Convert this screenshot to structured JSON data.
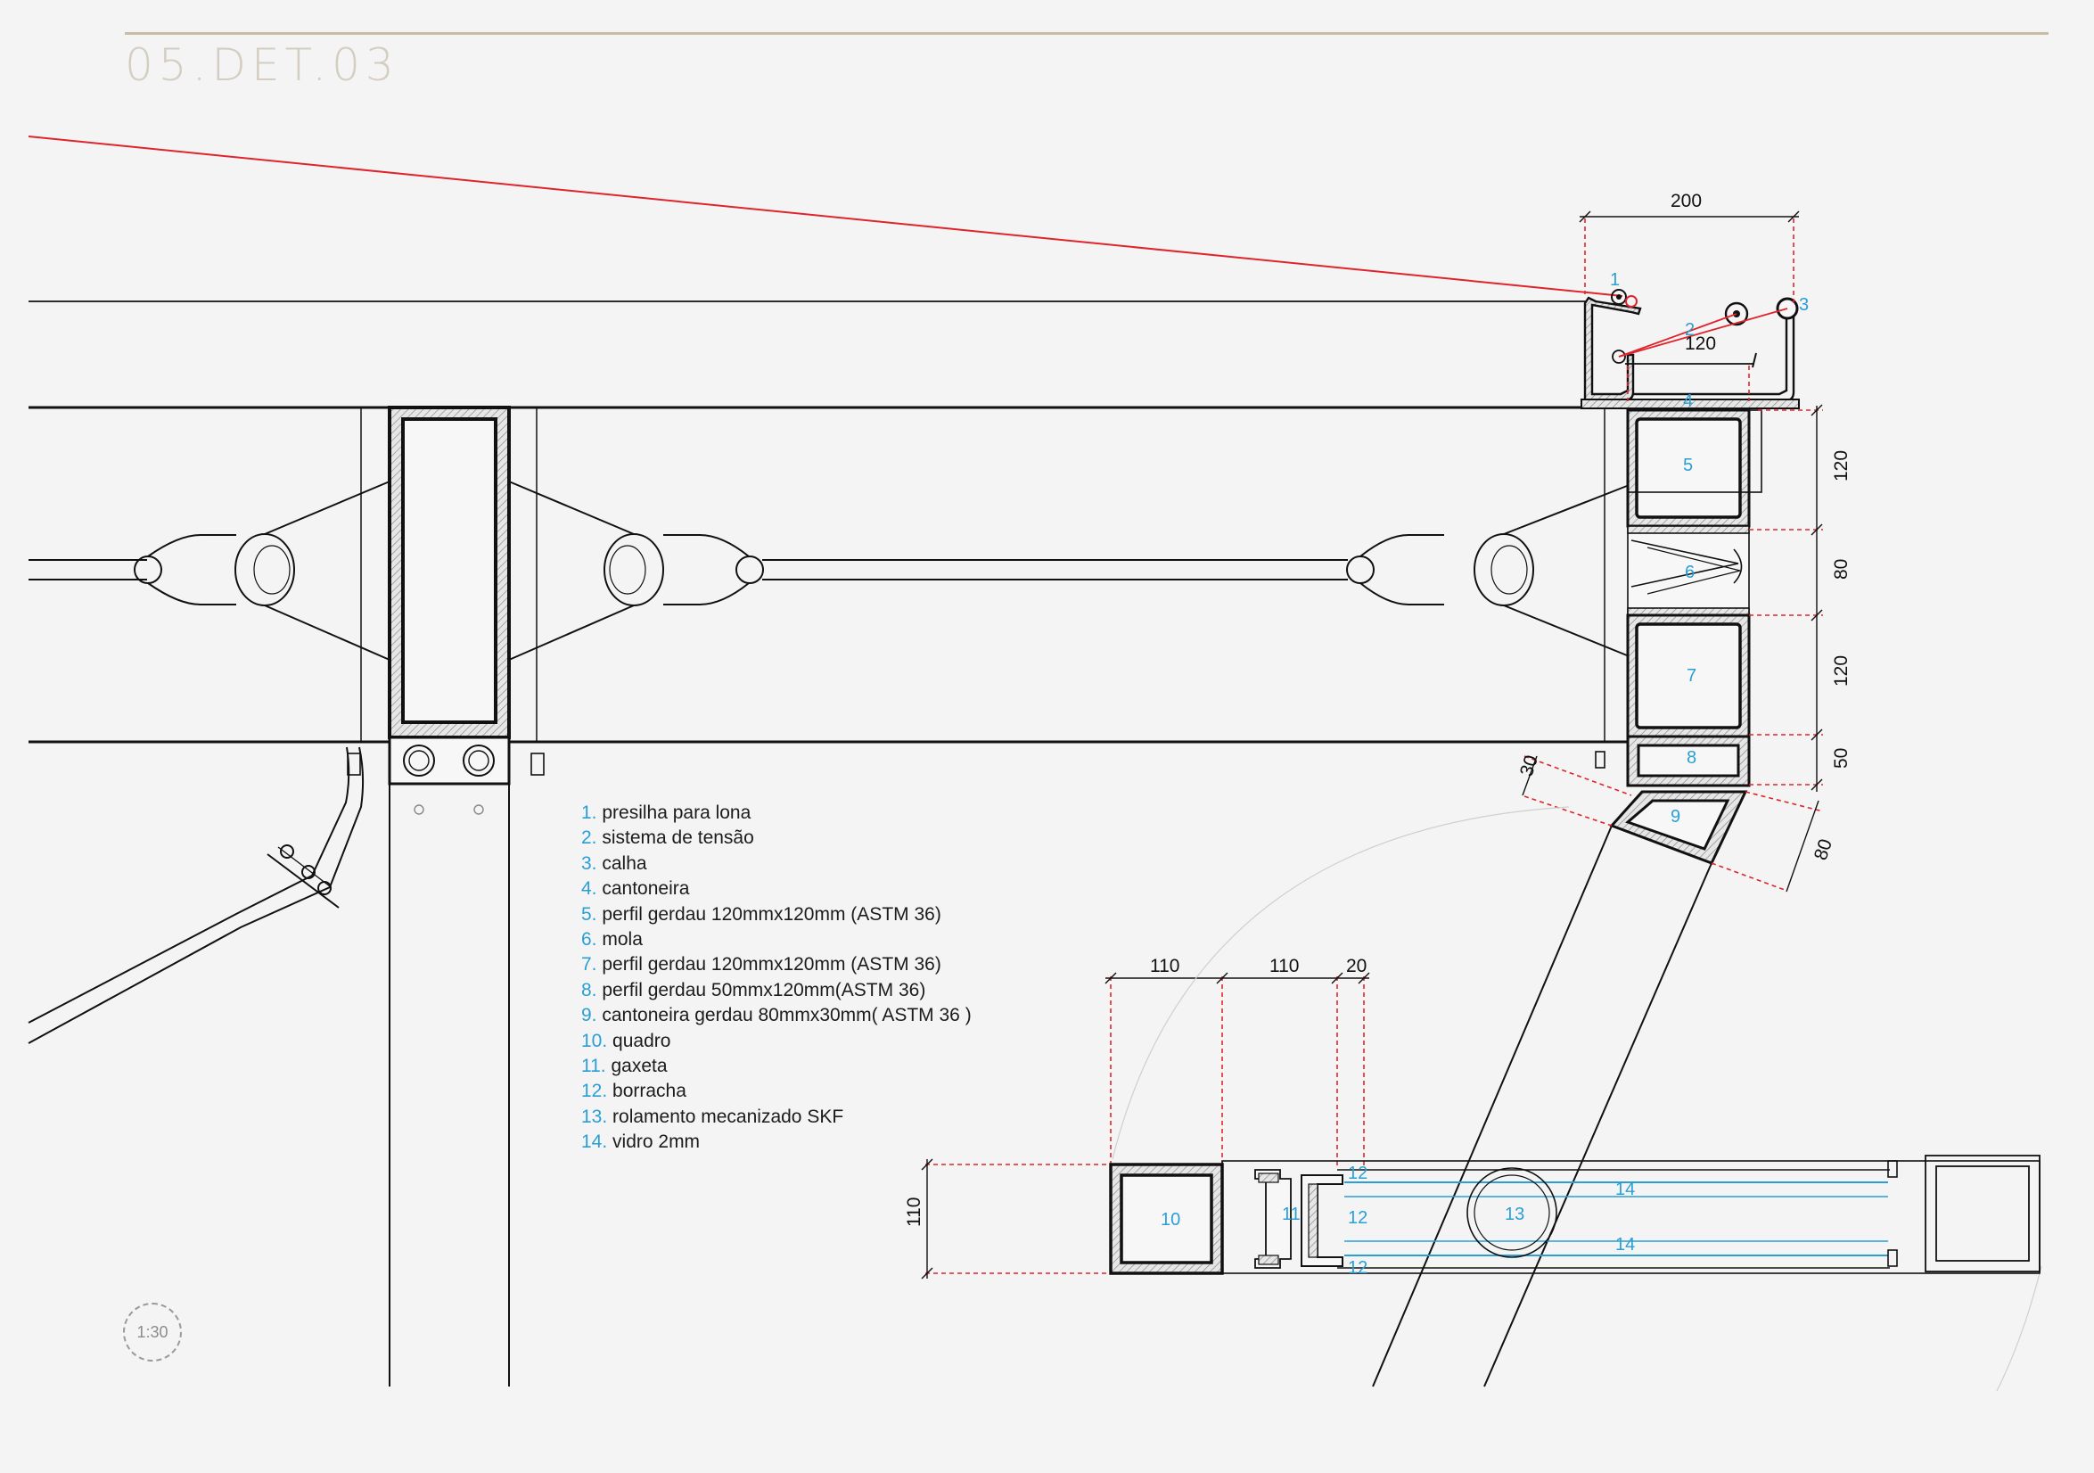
{
  "sheet": {
    "title": "05.DET.03",
    "scale": "1:30"
  },
  "dimensions": {
    "d200": "200",
    "d120a": "120",
    "d120v1": "120",
    "d80v": "80",
    "d120v2": "120",
    "d50v": "50",
    "d30": "30",
    "d80b": "80",
    "d110a": "110",
    "d110b": "110",
    "d20": "20",
    "d110v": "110"
  },
  "tags": {
    "t1": "1",
    "t2": "2",
    "t3": "3",
    "t4": "4",
    "t5": "5",
    "t6": "6",
    "t7": "7",
    "t8": "8",
    "t9": "9",
    "t10": "10",
    "t11": "11",
    "t12": "12",
    "t12b": "12",
    "t12c": "12",
    "t13": "13",
    "t14a": "14",
    "t14b": "14"
  },
  "legend": [
    {
      "num": "1.",
      "text": " presilha para lona"
    },
    {
      "num": "2.",
      "text": " sistema de tensão"
    },
    {
      "num": "3.",
      "text": " calha"
    },
    {
      "num": "4.",
      "text": "  cantoneira"
    },
    {
      "num": "5.",
      "text": " perfil gerdau 120mmx120mm (ASTM 36)"
    },
    {
      "num": "6.",
      "text": " mola"
    },
    {
      "num": "7.",
      "text": " perfil gerdau 120mmx120mm (ASTM 36)"
    },
    {
      "num": "8.",
      "text": " perfil gerdau 50mmx120mm(ASTM 36)"
    },
    {
      "num": "9.",
      "text": "  cantoneira gerdau 80mmx30mm( ASTM 36 )"
    },
    {
      "num": "10.",
      "text": " quadro"
    },
    {
      "num": "11.",
      "text": " gaxeta"
    },
    {
      "num": "12.",
      "text": " borracha"
    },
    {
      "num": "13.",
      "text": " rolamento mecanizado SKF"
    },
    {
      "num": "14.",
      "text": " vidro 2mm"
    }
  ]
}
